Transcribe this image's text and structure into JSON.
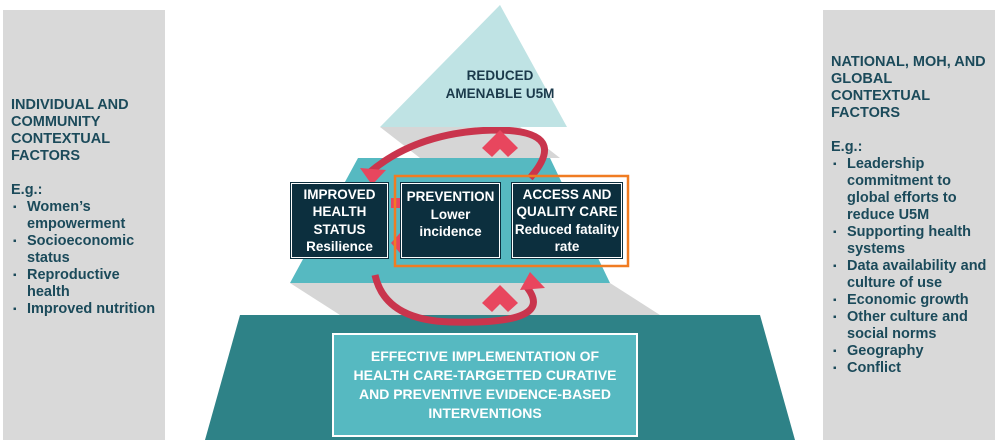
{
  "left_panel": {
    "title": "INDIVIDUAL AND COMMUNITY CONTEXTUAL FACTORS",
    "eg": "E.g.:",
    "items": [
      "Women’s empowerment",
      "Socioeconomic status",
      "Reproductive health",
      "Improved nutrition"
    ]
  },
  "right_panel": {
    "title": "NATIONAL, MOH, AND GLOBAL CONTEXTUAL FACTORS",
    "eg": "E.g.:",
    "items": [
      "Leadership commitment to global efforts to reduce U5M",
      "Supporting health systems",
      "Data availability and culture of use",
      "Economic growth",
      "Other culture and social norms",
      "Geography",
      "Conflict"
    ]
  },
  "pyramid": {
    "top": "REDUCED AMENABLE U5M",
    "improved": {
      "title": "IMPROVED HEALTH STATUS",
      "sub": "Resilience"
    },
    "prevention": {
      "title": "PREVENTION",
      "sub": "Lower incidence"
    },
    "access": {
      "title": "ACCESS AND QUALITY CARE",
      "sub": "Reduced fatality rate"
    },
    "base": "EFFECTIVE IMPLEMENTATION OF HEALTH CARE-TARGETTED CURATIVE AND PREVENTIVE EVIDENCE-BASED INTERVENTIONS"
  },
  "colors": {
    "teal_light": "#bfe3e4",
    "teal_mid": "#56b9c1",
    "teal_dark": "#2e8287",
    "navy": "#0c2f3e",
    "arrow": "#e8465e",
    "orange": "#f07c22",
    "panel": "#d9d9d9"
  }
}
